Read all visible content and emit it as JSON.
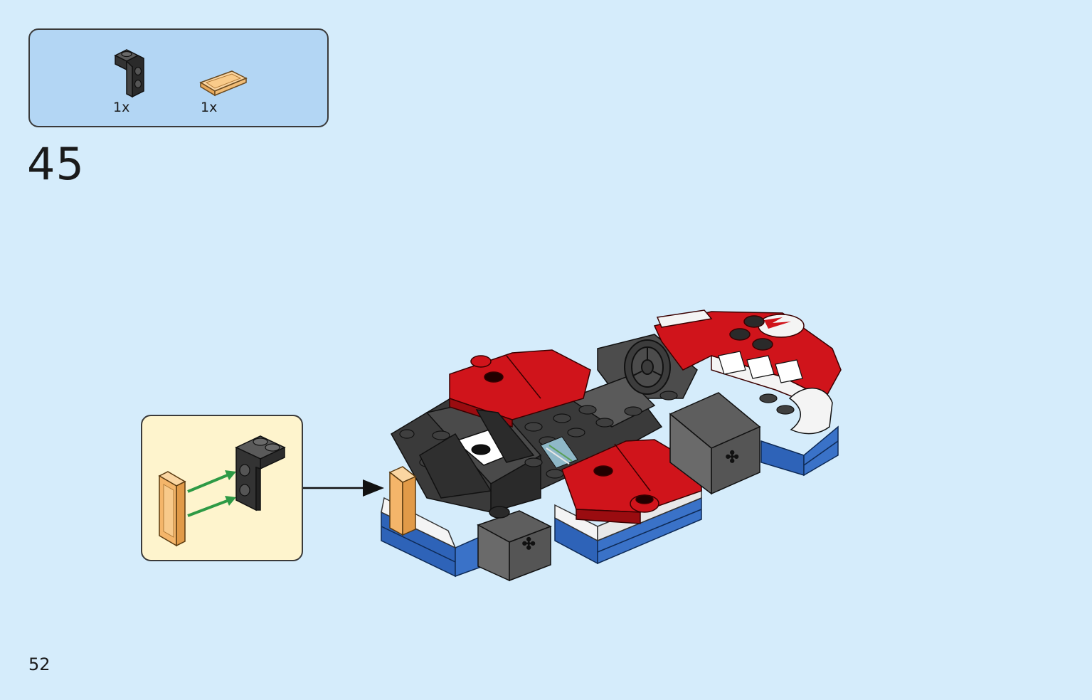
{
  "parts_list": {
    "items": [
      {
        "part": "black-bracket",
        "qty": "1x"
      },
      {
        "part": "trans-orange-tile",
        "qty": "1x"
      }
    ]
  },
  "step": {
    "number": "45"
  },
  "page": {
    "number": "52"
  },
  "colors": {
    "background": "#d5ecfb",
    "parts_box": "#b3d6f4",
    "callout_box": "#fef4cd",
    "red": "#d0141b",
    "dark_gray": "#4a4a4a",
    "black": "#222222",
    "blue": "#2e63b8",
    "trans_orange": "#f4b56a",
    "arrow_green": "#2e9a45"
  }
}
